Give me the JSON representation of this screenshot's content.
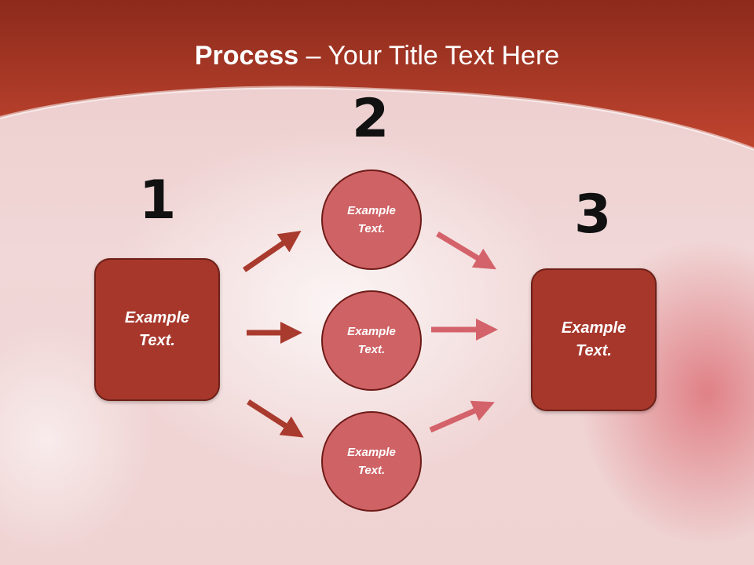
{
  "title": {
    "bold": "Process",
    "rest": " – Your Title Text Here"
  },
  "steps": {
    "one": "1",
    "two": "2",
    "three": "3"
  },
  "left_box": {
    "label": "Example Text."
  },
  "circles": [
    {
      "label": "Example Text."
    },
    {
      "label": "Example Text."
    },
    {
      "label": "Example Text."
    }
  ],
  "right_box": {
    "label": "Example Text."
  },
  "colors": {
    "header": "#b9402e",
    "box": "#a7372b",
    "circle": "#cf6265",
    "arrow_left": "#a93a2e",
    "arrow_right": "#d4626a"
  }
}
